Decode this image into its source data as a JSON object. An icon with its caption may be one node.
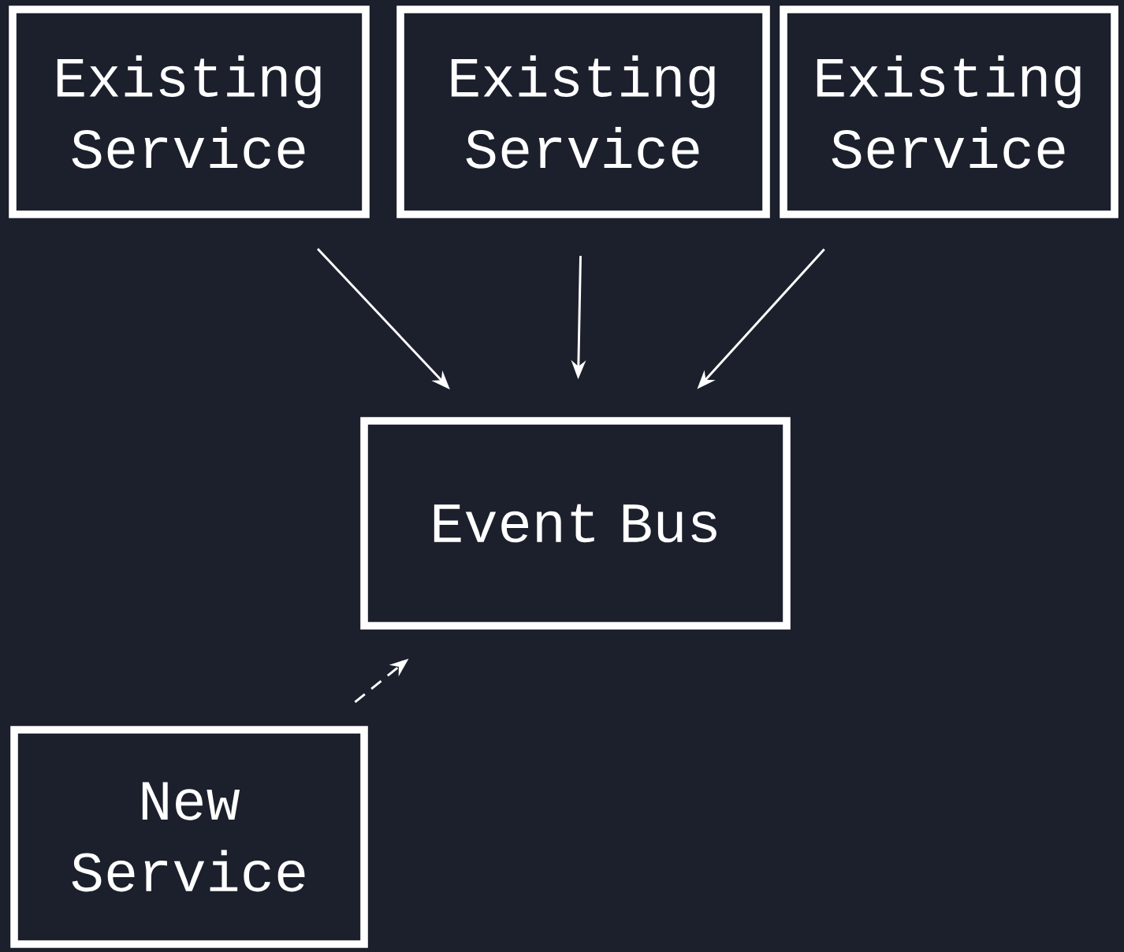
{
  "diagram": {
    "nodes": [
      {
        "text": [
          "Existing Service"
        ]
      },
      {
        "text": [
          "Existing Service"
        ]
      },
      {
        "text": [
          "Existing Service"
        ]
      },
      {
        "text": [
          "Event Bus"
        ]
      },
      {
        "text": [
          "New Service"
        ]
      }
    ],
    "edges": [
      {
        "from": 0,
        "to": 3,
        "arrow": "to"
      },
      {
        "from": 1,
        "to": 3,
        "arrow": "to"
      },
      {
        "from": 2,
        "to": 3,
        "arrow": "to"
      },
      {
        "from": 4,
        "to": 3,
        "arrow": "to",
        "style": "dashed"
      }
    ]
  }
}
